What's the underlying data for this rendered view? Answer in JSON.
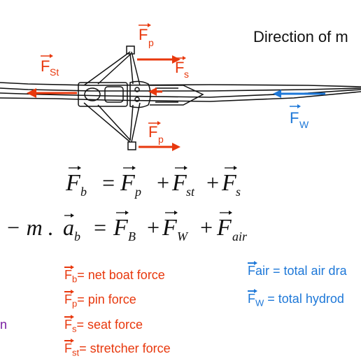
{
  "header": {
    "direction_text": "Direction of m"
  },
  "force_labels": {
    "fp_top": {
      "symbol": "F",
      "sub": "p"
    },
    "fst": {
      "symbol": "F",
      "sub": "St"
    },
    "fs": {
      "symbol": "F",
      "sub": "s"
    },
    "fw": {
      "symbol": "F",
      "sub": "W"
    },
    "fp_bottom": {
      "symbol": "F",
      "sub": "p"
    }
  },
  "equations": {
    "eq1": {
      "lhs": "F",
      "lhs_sub": "b",
      "eq": "=",
      "t1": "F",
      "t1_sub": "p",
      "plus1": "+",
      "t2": "F",
      "t2_sub": "st",
      "plus2": "+",
      "t3": "F",
      "t3_sub": "s"
    },
    "eq2": {
      "prefix": "− m .",
      "a": "a",
      "a_sub": "b",
      "eq": "=",
      "t1": "F",
      "t1_sub": "B",
      "plus1": "+",
      "t2": "F",
      "t2_sub": "W",
      "plus2": "+",
      "t3": "F",
      "t3_sub": "air"
    }
  },
  "legend_left": [
    {
      "symbol": "F",
      "sub": "b",
      "text": "= net boat force"
    },
    {
      "symbol": "F",
      "sub": "p",
      "text": "= pin force"
    },
    {
      "symbol": "F",
      "sub": "s",
      "text": "= seat force"
    },
    {
      "symbol": "F",
      "sub": "st",
      "text": "= stretcher force"
    }
  ],
  "legend_right": [
    {
      "symbol": "F",
      "sub": "air",
      "text": " = total air dra"
    },
    {
      "symbol": "F",
      "sub": "W",
      "text": " = total hydrod"
    }
  ],
  "edge_fragment": "n",
  "colors": {
    "red": "#e8380d",
    "blue": "#1e78d8",
    "purple": "#7a1fa2",
    "ink": "#111111"
  }
}
